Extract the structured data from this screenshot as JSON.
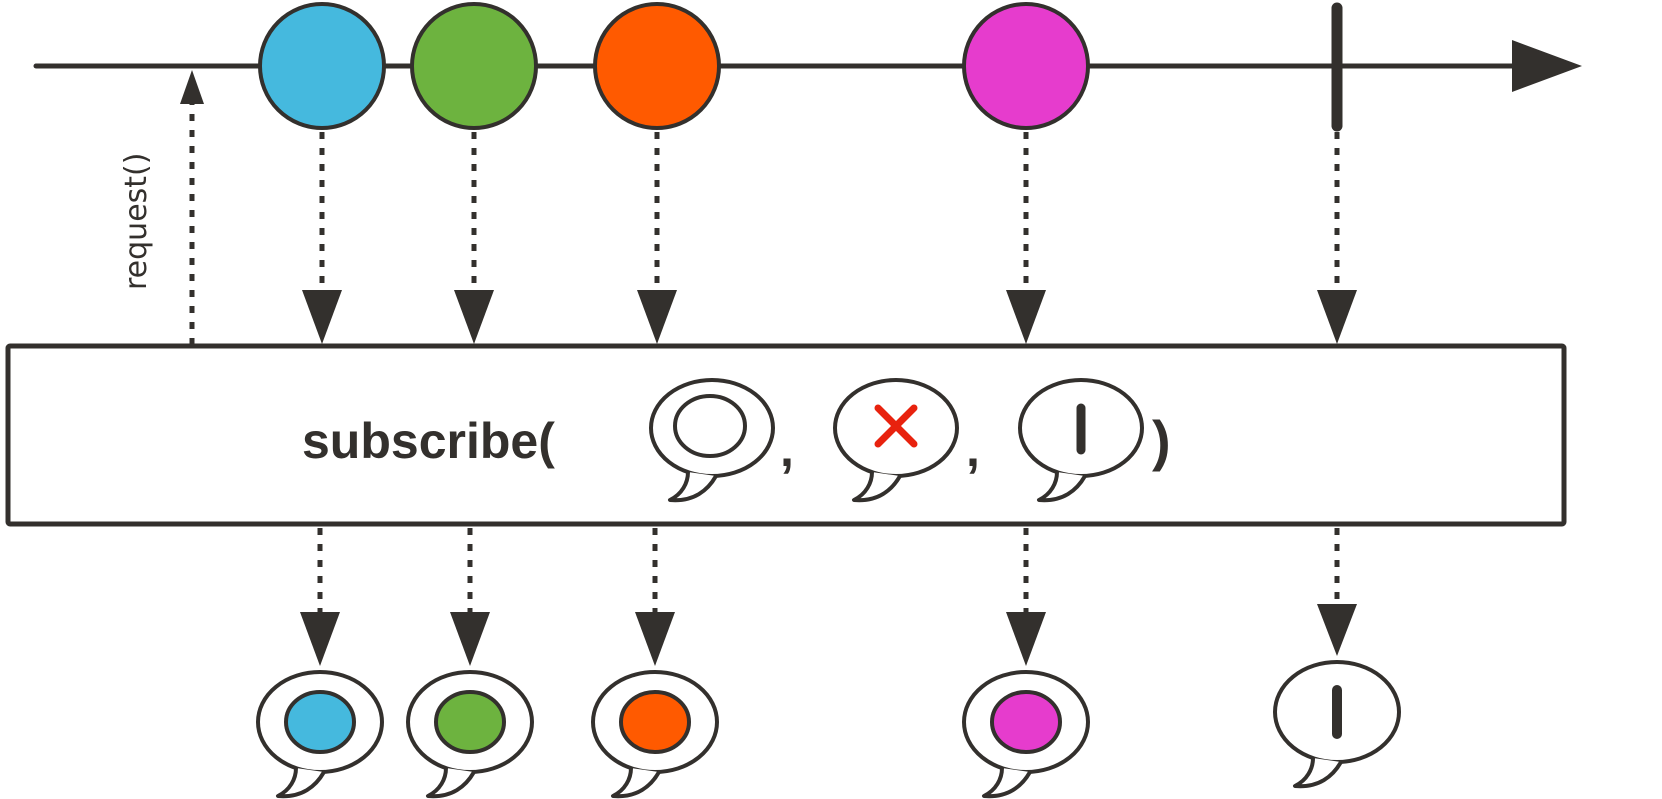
{
  "operator": {
    "label": "subscribe(",
    "separator": ",",
    "close": ")"
  },
  "request": {
    "label": "request()"
  },
  "colors": {
    "ink": "#33302d",
    "error_mark": "#e8220e",
    "background": "#ffffff"
  },
  "source": {
    "items": [
      {
        "kind": "onNext",
        "color": "#45b9de"
      },
      {
        "kind": "onNext",
        "color": "#6db33f"
      },
      {
        "kind": "onNext",
        "color": "#ff5a00"
      },
      {
        "kind": "onNext",
        "color": "#e63ccd"
      },
      {
        "kind": "onComplete"
      }
    ]
  },
  "callbacks": [
    {
      "name": "onNext",
      "icon": "speech-bubble-circle-icon"
    },
    {
      "name": "onError",
      "icon": "speech-bubble-error-icon"
    },
    {
      "name": "onComplete",
      "icon": "speech-bubble-complete-icon"
    }
  ]
}
